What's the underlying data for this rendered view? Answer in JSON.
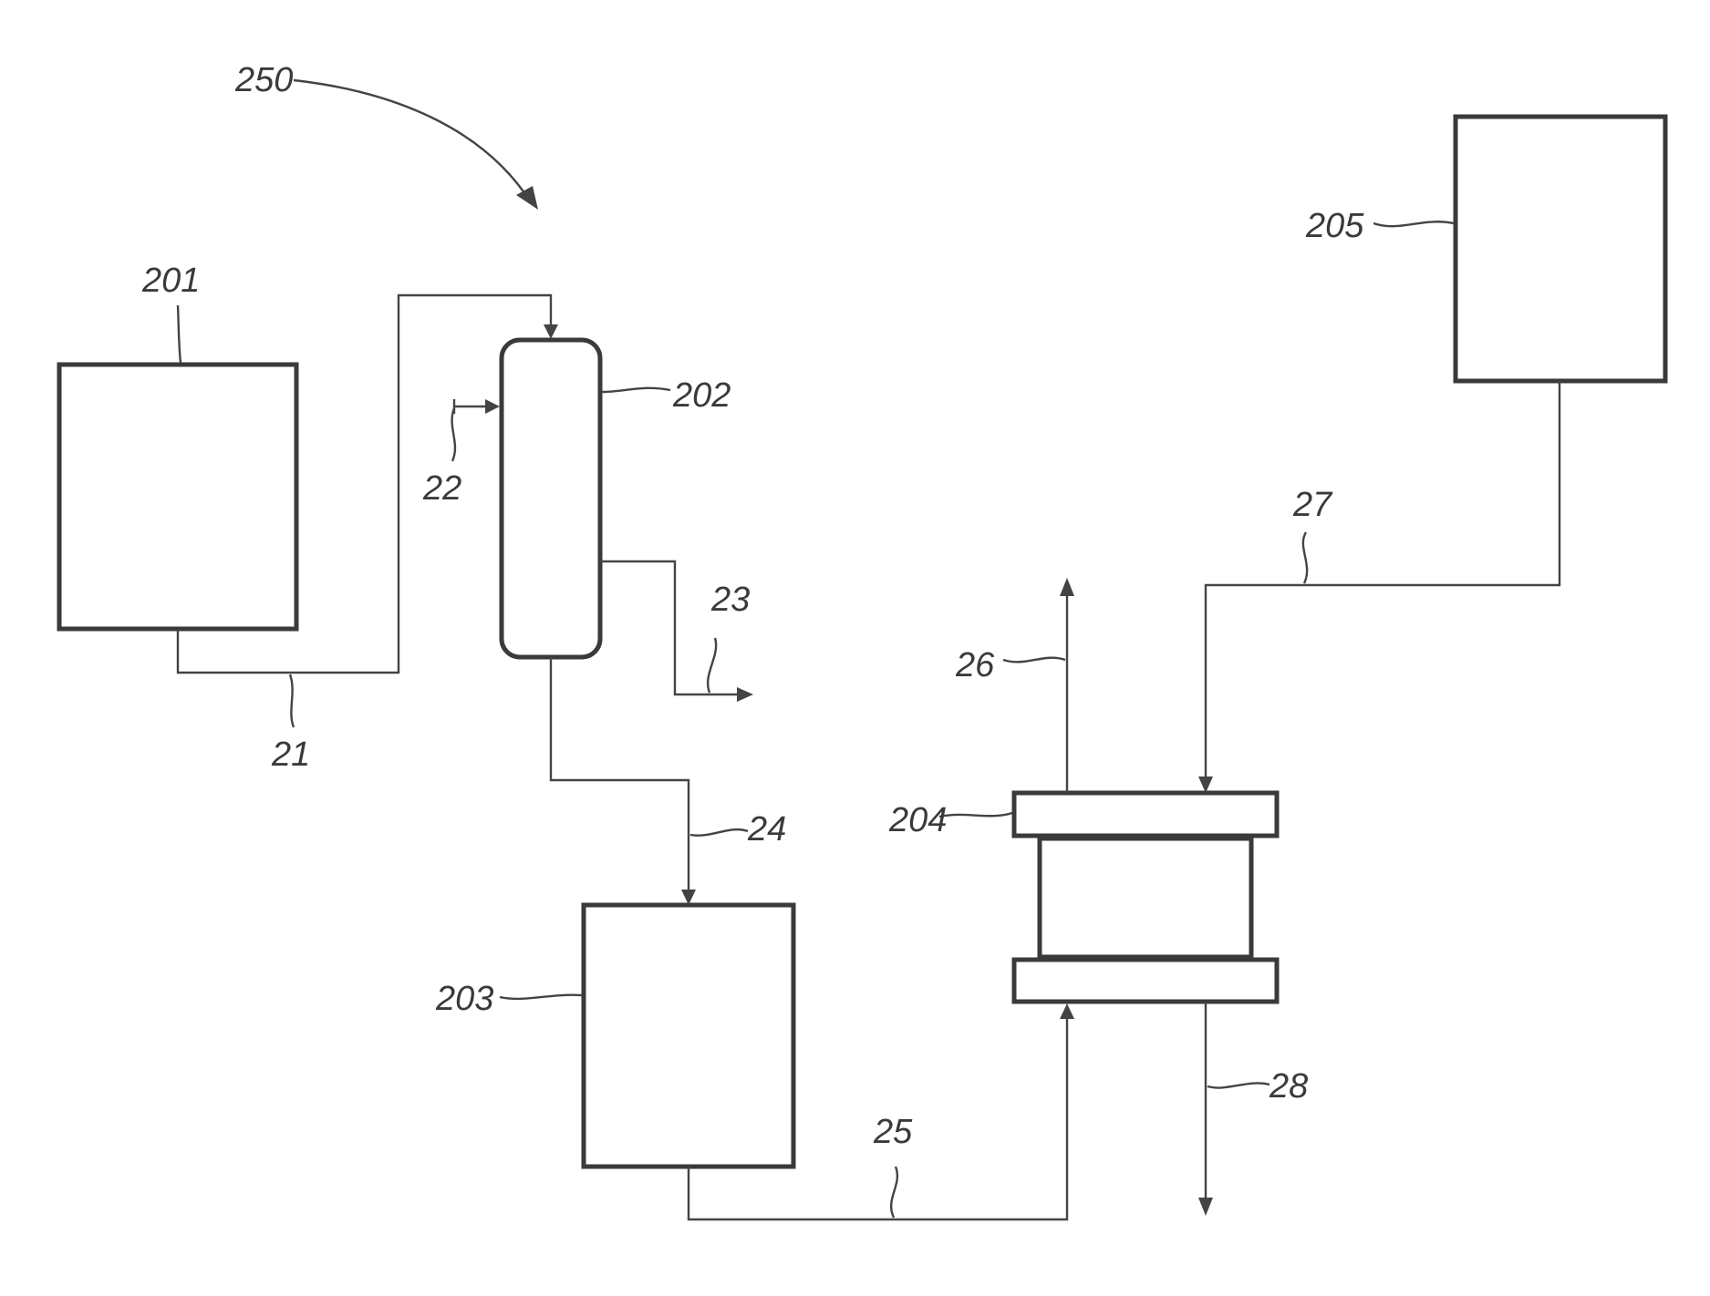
{
  "figure": {
    "system_ref": "250",
    "units": [
      {
        "id": "201",
        "label": "201"
      },
      {
        "id": "202",
        "label": "202"
      },
      {
        "id": "203",
        "label": "203"
      },
      {
        "id": "204",
        "label": "204"
      },
      {
        "id": "205",
        "label": "205"
      }
    ],
    "streams": [
      {
        "id": "21",
        "label": "21"
      },
      {
        "id": "22",
        "label": "22"
      },
      {
        "id": "23",
        "label": "23"
      },
      {
        "id": "24",
        "label": "24"
      },
      {
        "id": "25",
        "label": "25"
      },
      {
        "id": "26",
        "label": "26"
      },
      {
        "id": "27",
        "label": "27"
      },
      {
        "id": "28",
        "label": "28"
      }
    ]
  },
  "colors": {
    "ink": "#3a3a3a",
    "line": "#444444",
    "background": "#ffffff"
  }
}
